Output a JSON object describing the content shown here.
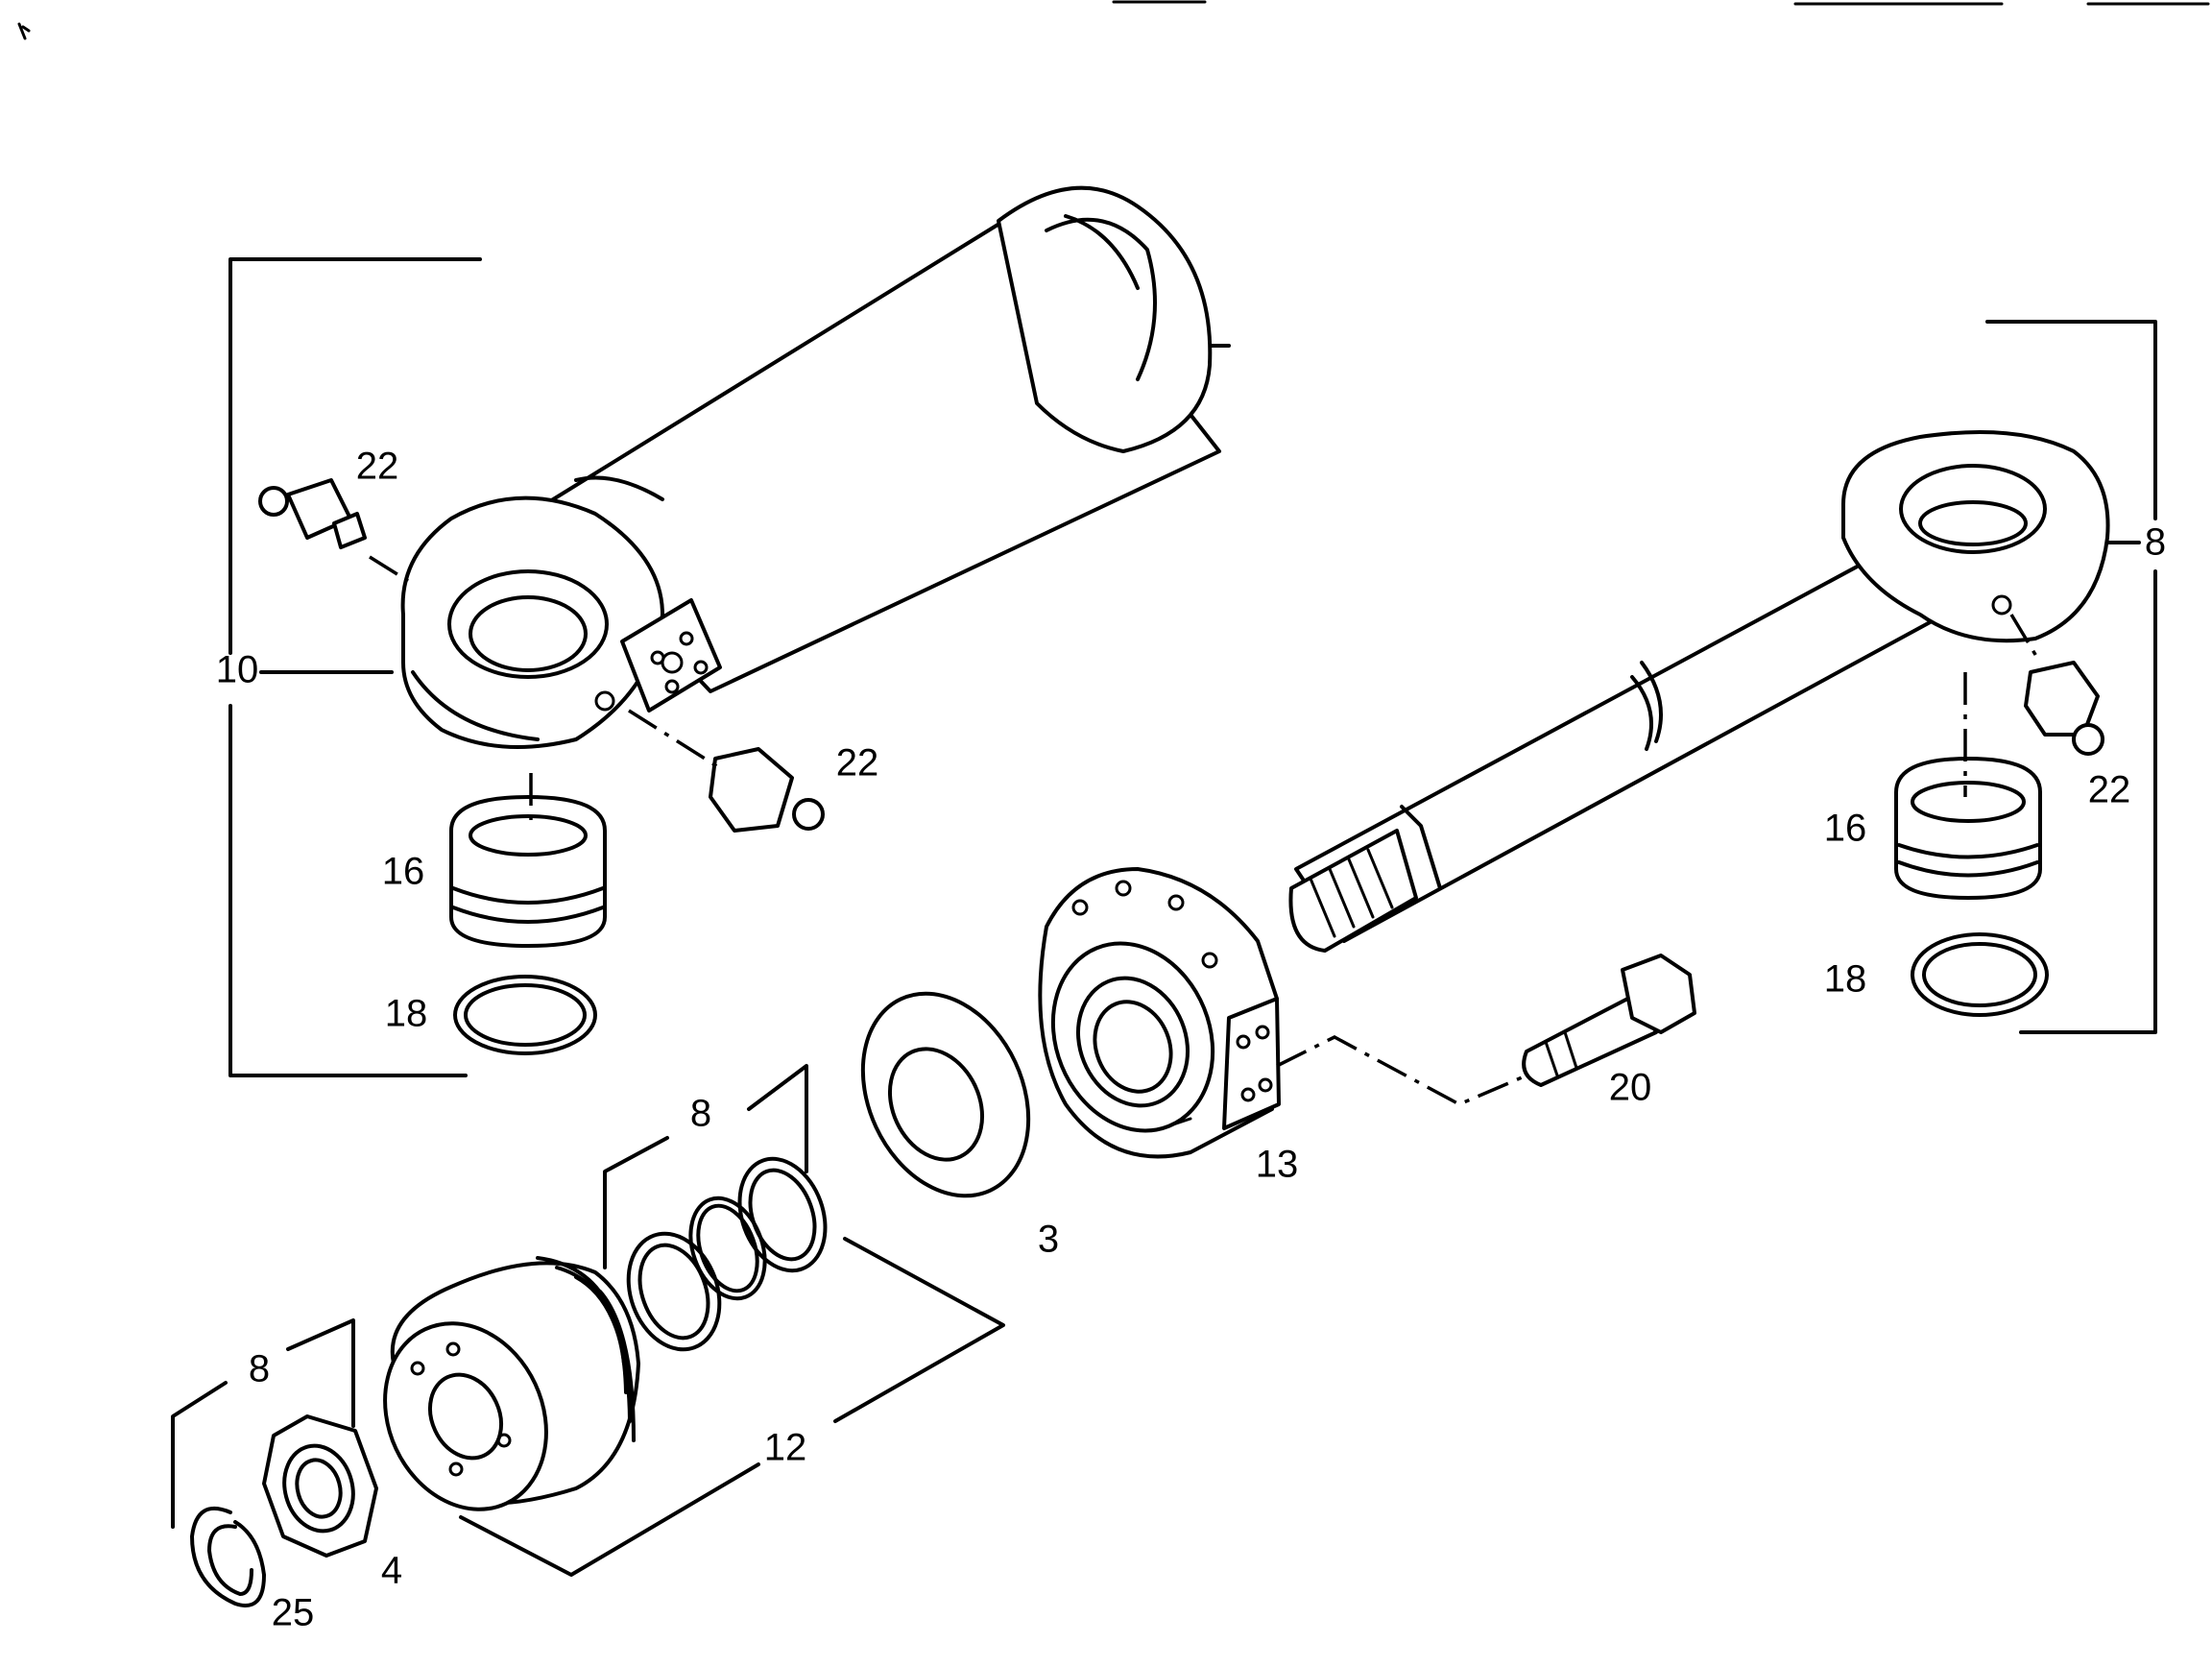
{
  "callouts": {
    "c22_top_left": "22",
    "c10": "10",
    "c22_mid_left": "22",
    "c16_left": "16",
    "c18_left": "18",
    "c8_right": "8",
    "c22_right": "22",
    "c16_right": "16",
    "c18_right": "18",
    "c20": "20",
    "c13": "13",
    "c3": "3",
    "c8_seals": "8",
    "c12": "12",
    "c8_lower": "8",
    "c4": "4",
    "c25": "25"
  },
  "colors": {
    "ink": "#000000",
    "paper": "#ffffff"
  }
}
